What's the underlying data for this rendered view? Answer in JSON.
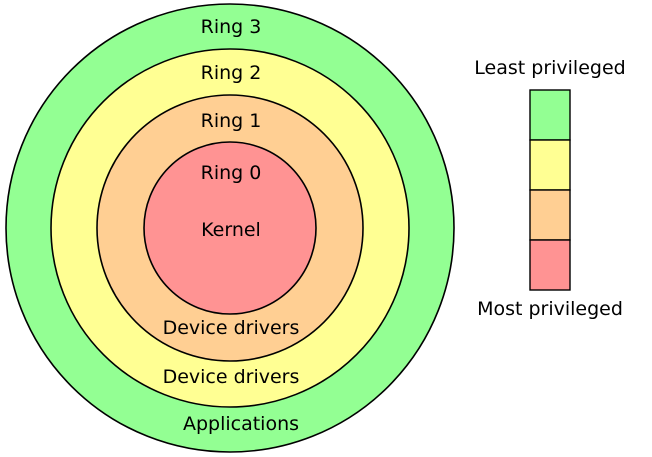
{
  "rings": [
    {
      "name": "Ring 3",
      "role": "Applications",
      "color": "#93ff93"
    },
    {
      "name": "Ring 2",
      "role": "Device drivers",
      "color": "#ffff93"
    },
    {
      "name": "Ring 1",
      "role": "Device drivers",
      "color": "#ffcf93"
    },
    {
      "name": "Ring 0",
      "role": "Kernel",
      "color": "#ff9393"
    }
  ],
  "legend": {
    "top_label": "Least privileged",
    "bottom_label": "Most privileged",
    "colors": [
      "#93ff93",
      "#ffff93",
      "#ffcf93",
      "#ff9393"
    ]
  }
}
